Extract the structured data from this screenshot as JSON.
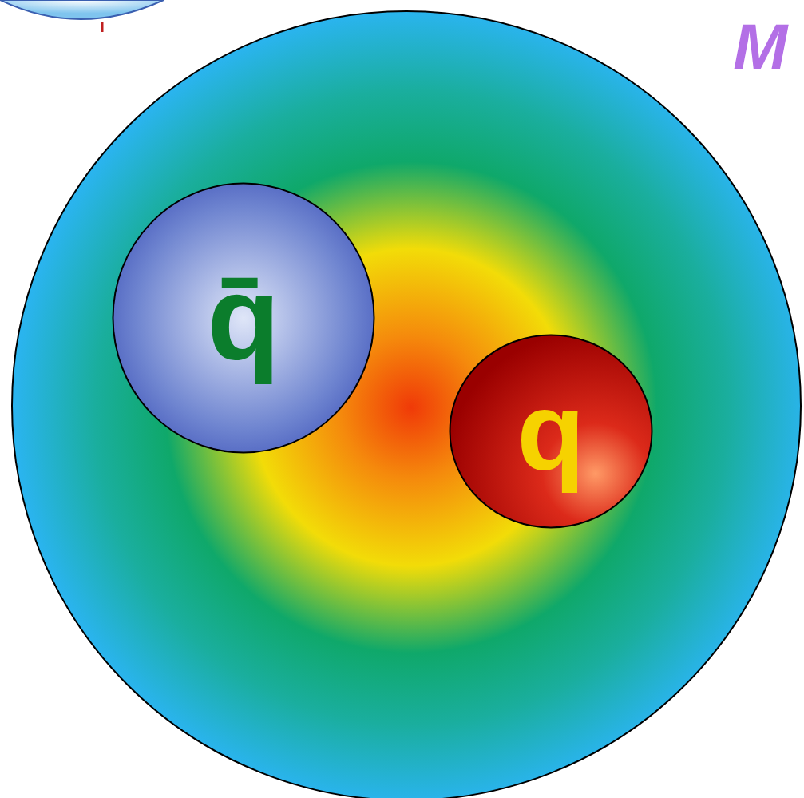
{
  "diagram": {
    "nodes": [
      {
        "text": [
          "q̄"
        ]
      },
      {
        "text": [
          "q"
        ]
      }
    ],
    "labels": [
      "M"
    ]
  }
}
